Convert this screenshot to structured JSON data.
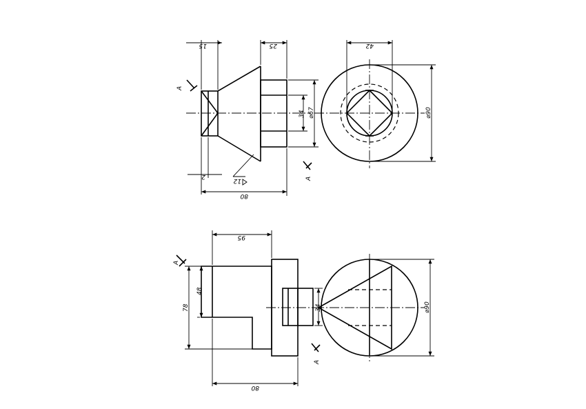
{
  "drawing": {
    "view1": {
      "dims": {
        "d15": "15",
        "d25": "25",
        "d42": "42",
        "d34": "34",
        "d67": "⌀67",
        "d90": "⌀90",
        "d2": "2",
        "d12": "12",
        "d80": "80"
      },
      "section_label_1": "A",
      "section_label_2": "A"
    },
    "view2": {
      "dims": {
        "d95": "95",
        "d48": "48",
        "d78": "78",
        "d34": "34",
        "d90": "⌀90",
        "d80": "80"
      },
      "section_label_1": "A",
      "section_label_2": "A"
    }
  }
}
